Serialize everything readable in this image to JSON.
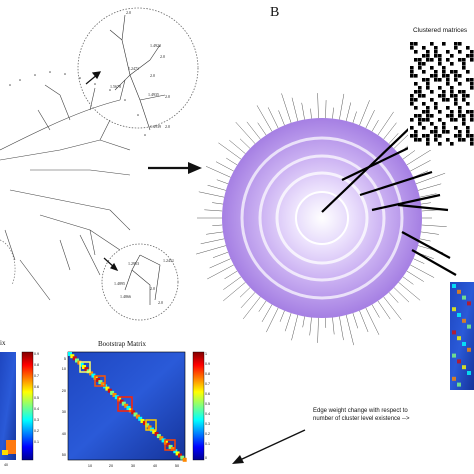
{
  "panel": {
    "label_b": "B",
    "clustered_title": "Clustered matrices",
    "left_matrix_title": "ix",
    "bootstrap_title": "Bootstrap Matrix",
    "caption_line1": "Edge weight change with respect to",
    "caption_line2": "number of cluster level existence -->"
  },
  "tree_zoom_top": {
    "labels": [
      "2.0",
      "1.4922",
      "2.0",
      "1.2471",
      "2.0",
      "1.4935",
      "2.0",
      "1.4939",
      "1.5678",
      "2.0"
    ]
  },
  "tree_zoom_bottom": {
    "labels": [
      "1.2953",
      "1.2451",
      "1.4895",
      "2.0",
      "1.4866",
      "2.0"
    ]
  },
  "colorbar": {
    "ticks": [
      "1",
      "0.9",
      "0.8",
      "0.7",
      "0.6",
      "0.5",
      "0.4",
      "0.3",
      "0.2",
      "0.1",
      "0"
    ]
  },
  "bootstrap_axes": {
    "y_ticks": [
      "5",
      "10",
      "20",
      "30",
      "40",
      "50"
    ],
    "x_ticks": [
      "10",
      "20",
      "30",
      "40",
      "50"
    ]
  },
  "left_matrix_axes": {
    "x_ticks": [
      "0",
      "40"
    ]
  },
  "colors": {
    "ring_purple": "#b38ee8",
    "matrix_blue": "#1a3fb0",
    "diag_red": "#d01010"
  }
}
